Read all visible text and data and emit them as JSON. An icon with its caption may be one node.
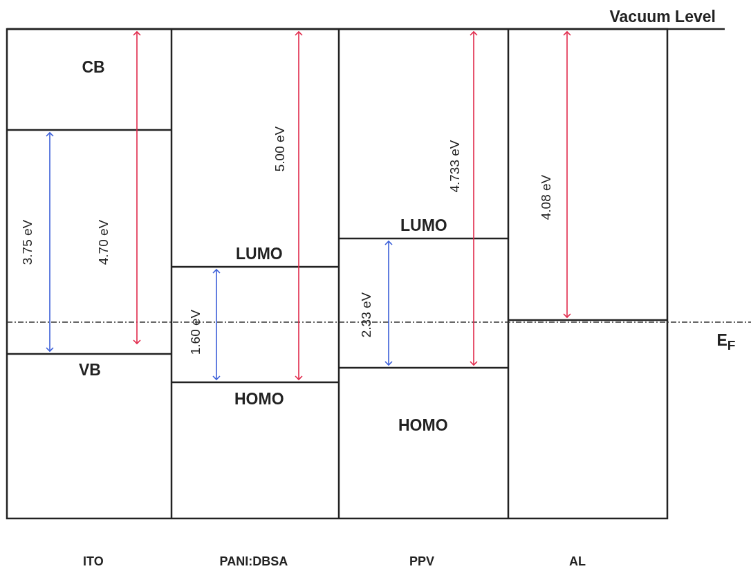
{
  "diagram": {
    "labels": [
      "Vacuum Level",
      "CB",
      "3.75 eV",
      "4.70 eV",
      "5.00 eV",
      "LUMO",
      "4.733 eV",
      "LUMO",
      "4.08 eV",
      "1.60 eV",
      "E$_{F}$",
      "VB",
      "2.33 eV",
      "HOMO",
      "HOMO",
      "ITO",
      "PANI:DBSA",
      "PPV",
      "AL"
    ]
  }
}
